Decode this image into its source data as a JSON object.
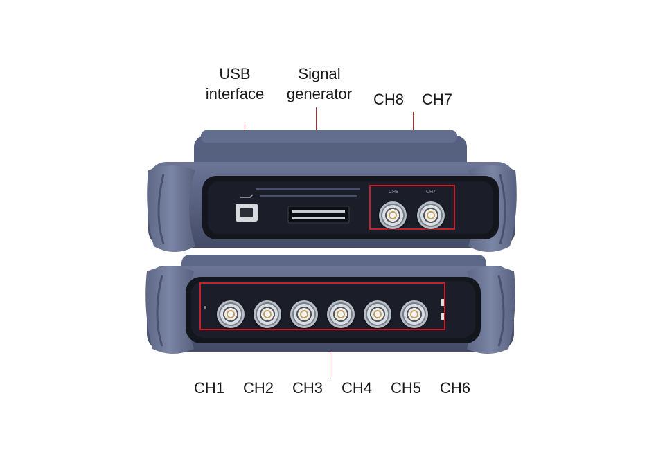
{
  "callouts": {
    "usb": {
      "line1": "USB",
      "line2": "interface"
    },
    "signal": {
      "line1": "Signal",
      "line2": "generator"
    },
    "ch8": "CH8",
    "ch7": "CH7",
    "bottom_channels": [
      "CH1",
      "CH2",
      "CH3",
      "CH4",
      "CH5",
      "CH6"
    ]
  },
  "device": {
    "body_color": "#4f5875",
    "grip_color": "#66708f",
    "panel_color": "#15171f",
    "highlight_color": "#c8202a"
  }
}
